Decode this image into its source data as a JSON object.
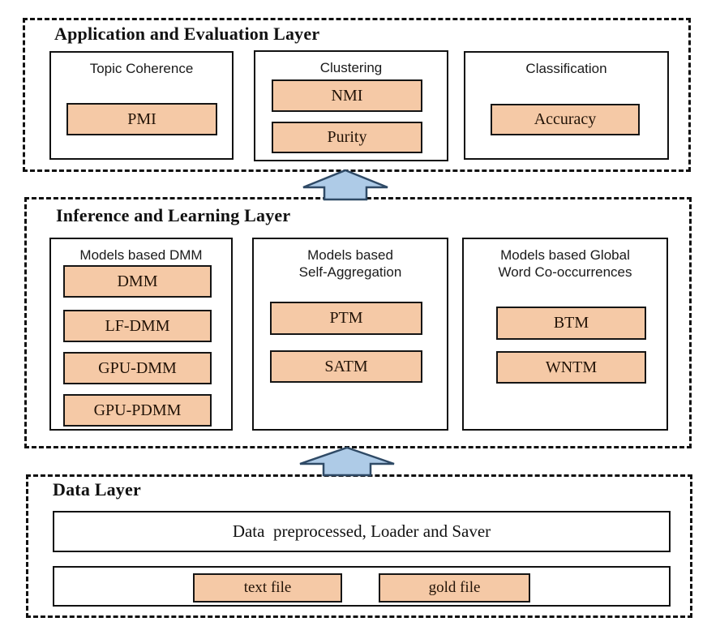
{
  "colors": {
    "chip_fill": "#f5c9a6",
    "chip_border": "#151515",
    "arrow_fill": "#aecbe7",
    "arrow_border": "#2f4a66",
    "layer_border": "#111111",
    "box_border": "#111111",
    "text": "#111111"
  },
  "layers": {
    "application": {
      "title": "Application and Evaluation Layer",
      "groups": [
        {
          "title": "Topic Coherence",
          "items": [
            "PMI"
          ]
        },
        {
          "title": "Clustering",
          "items": [
            "NMI",
            "Purity"
          ]
        },
        {
          "title": "Classification",
          "items": [
            "Accuracy"
          ]
        }
      ]
    },
    "inference": {
      "title": "Inference and Learning Layer",
      "groups": [
        {
          "title": "Models based DMM",
          "items": [
            "DMM",
            "LF-DMM",
            "GPU-DMM",
            "GPU-PDMM"
          ]
        },
        {
          "title": "Models based\nSelf-Aggregation",
          "items": [
            "PTM",
            "SATM"
          ]
        },
        {
          "title": "Models based Global\nWord Co-occurrences",
          "items": [
            "BTM",
            "WNTM"
          ]
        }
      ]
    },
    "data": {
      "title": "Data Layer",
      "preprocess_bar": "Data  preprocessed, Loader and Saver",
      "files": [
        "text file",
        "gold file"
      ]
    }
  },
  "arrows": [
    {
      "name": "data-to-inference",
      "direction": "up"
    },
    {
      "name": "inference-to-application",
      "direction": "up"
    }
  ]
}
